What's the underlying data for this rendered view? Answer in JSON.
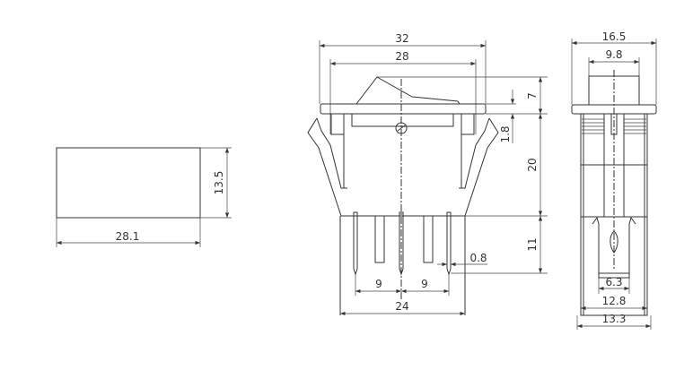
{
  "line_color": "#333333",
  "views": {
    "cutout": {
      "width": "28.1",
      "height": "13.5"
    },
    "front": {
      "overall_width": "32",
      "flange_inner_width": "28",
      "rocker_height": "7",
      "flange_thickness": "1.8",
      "body_height": "20",
      "pin_length": "11",
      "pin_thickness": "0.8",
      "pin_pitch_left": "9",
      "pin_pitch_right": "9",
      "body_bottom_width": "24"
    },
    "side": {
      "flange_width": "16.5",
      "rocker_width": "9.8",
      "clip_width": "6.3",
      "body_width": "12.8",
      "body_outer_width": "13.3"
    }
  }
}
